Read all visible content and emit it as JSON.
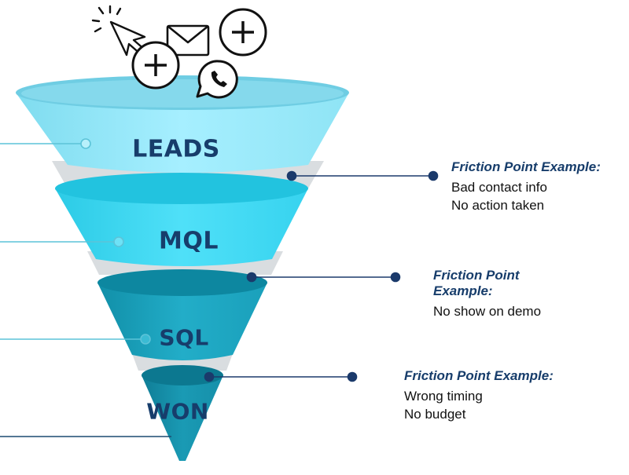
{
  "funnel": {
    "stages": [
      {
        "label": "LEADS"
      },
      {
        "label": "MQL"
      },
      {
        "label": "SQL"
      },
      {
        "label": "WON"
      }
    ]
  },
  "friction_points": [
    {
      "title": "Friction Point Example:",
      "lines": [
        "Bad contact info",
        "No action taken"
      ]
    },
    {
      "title": "Friction Point Example:",
      "lines": [
        "No show on demo"
      ]
    },
    {
      "title": "Friction Point Example:",
      "lines": [
        "Wrong timing",
        "No budget"
      ]
    }
  ],
  "icons": [
    "cursor-click-icon",
    "envelope-icon",
    "plus-circle-icon",
    "plus-circle-icon",
    "whatsapp-icon"
  ],
  "colors": {
    "leads": "#8ee6f7",
    "mql": "#3dd7f2",
    "sql": "#1aa3bd",
    "won": "#168aa3",
    "text": "#173d6b",
    "connector": "#1b3a6b"
  }
}
